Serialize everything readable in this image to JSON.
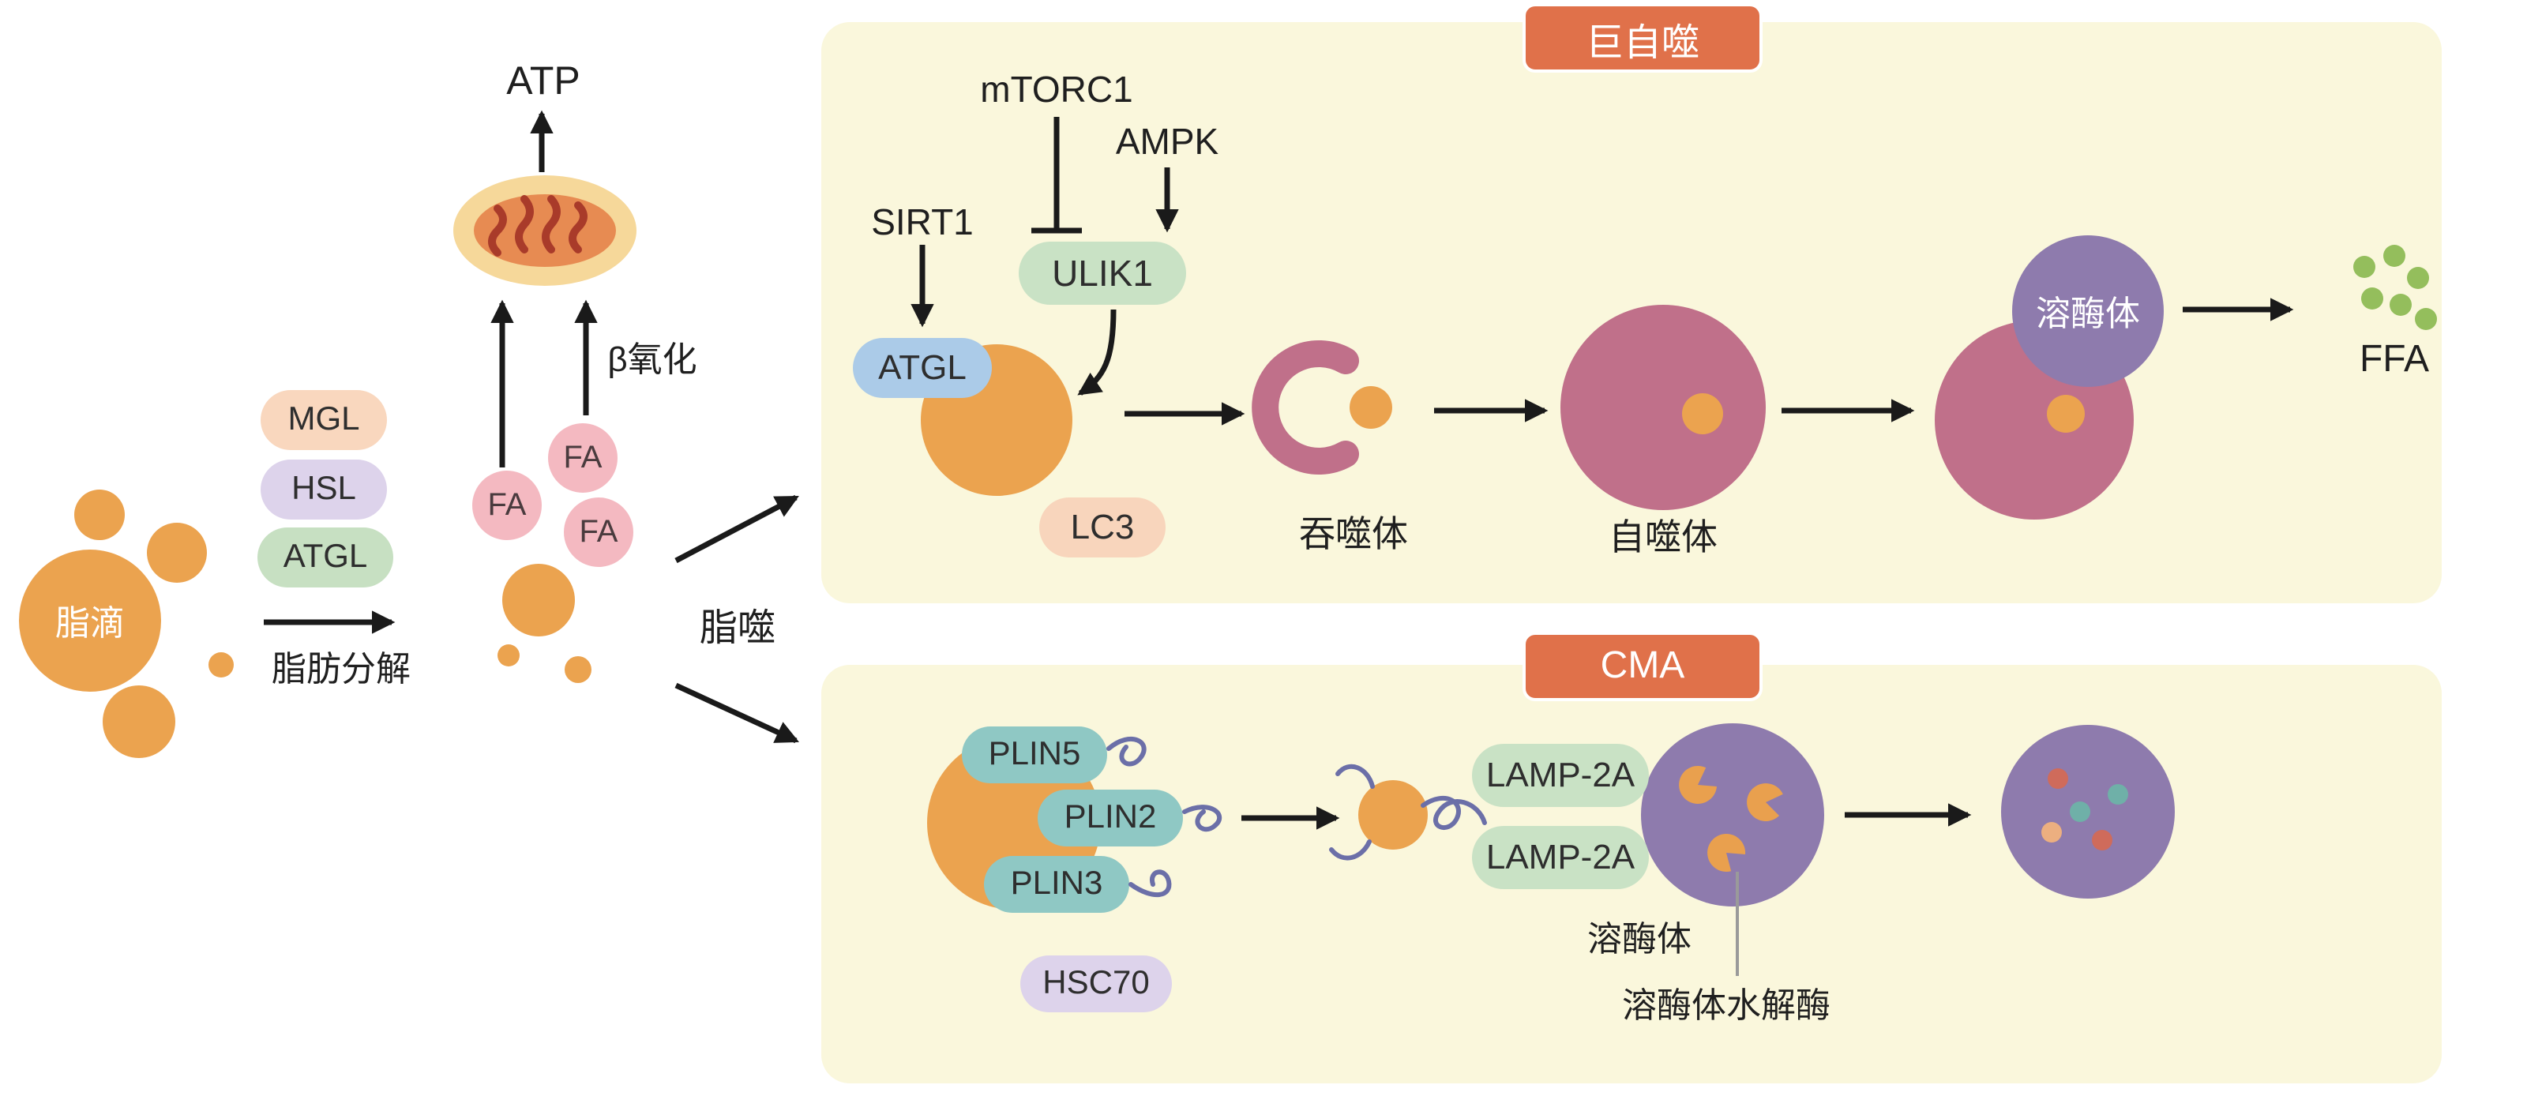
{
  "left": {
    "droplet_label": "脂滴",
    "enzyme_pills": [
      "MGL",
      "HSL",
      "ATGL"
    ],
    "lipolysis_label": "脂肪分解",
    "fa_labels": [
      "FA",
      "FA",
      "FA"
    ],
    "atp_label": "ATP",
    "beta_oxidation_label": "β氧化",
    "lipophagy_label": "脂噬"
  },
  "macroautophagy": {
    "badge": "巨自噬",
    "mtorc1_label": "mTORC1",
    "ampk_label": "AMPK",
    "ulik1_pill": "ULIK1",
    "sirt1_label": "SIRT1",
    "atgl_pill": "ATGL",
    "lc3_pill": "LC3",
    "phagophore_label": "吞噬体",
    "autophagosome_label": "自噬体",
    "lysosome_label": "溶酶体",
    "ffa_label": "FFA"
  },
  "cma": {
    "badge": "CMA",
    "plin_pills": [
      "PLIN5",
      "PLIN2",
      "PLIN3"
    ],
    "hsc70_pill": "HSC70",
    "lamp_pills": [
      "LAMP-2A",
      "LAMP-2A"
    ],
    "lysosome_label": "溶酶体",
    "hydrolase_label": "溶酶体水解酶"
  },
  "colors": {
    "panel_bg": "#FAF7DC",
    "badge_bg": "#E0714A",
    "lipid_droplet": "#EBA34F",
    "autophagosome": "#C0708A",
    "lysosome": "#8E7BAD",
    "fa_circle": "#F4B9C1",
    "ffa_dot": "#94BE5C",
    "green_pill": "#C9E2C5",
    "blue_pill": "#ABCBE8",
    "peach_pill": "#F8D5BC",
    "lavender_pill": "#DDD3EB",
    "teal_pill": "#8FC8C4",
    "mitochondrion_outer": "#F6D89A",
    "mitochondrion_inner": "#E78B52",
    "cristae": "#A93B2A",
    "squiggle": "#6B6FA8"
  }
}
